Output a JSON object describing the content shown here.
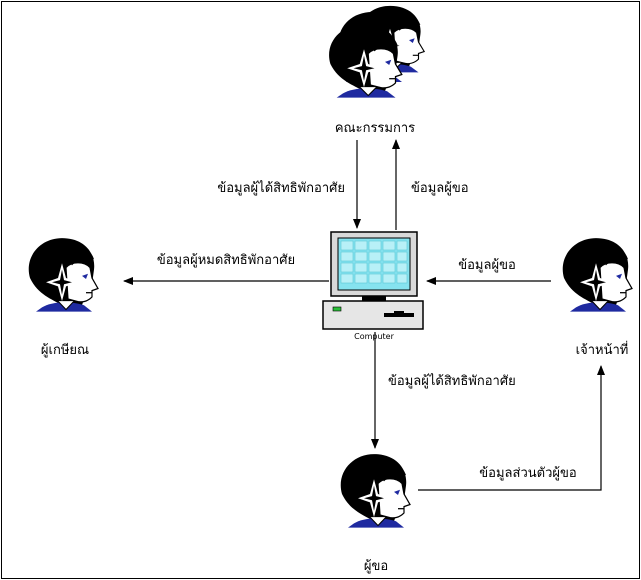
{
  "diagram": {
    "nodes": {
      "committee": {
        "label": "คณะกรรมการ",
        "icon": "person-group-icon"
      },
      "computer": {
        "label": "Computer",
        "icon": "computer-icon"
      },
      "retiree": {
        "label": "ผู้เกษียณ",
        "icon": "person-icon"
      },
      "staff": {
        "label": "เจ้าหน้าที่",
        "icon": "person-icon"
      },
      "applicant": {
        "label": "ผู้ขอ",
        "icon": "person-icon"
      }
    },
    "flows": {
      "computer_to_committee": "ข้อมูลผู้ขอ",
      "committee_to_computer": "ข้อมูลผู้ได้สิทธิพักอาศัย",
      "computer_to_retiree": "ข้อมูลผู้หมดสิทธิพักอาศัย",
      "staff_to_computer": "ข้อมูลผู้ขอ",
      "computer_to_applicant": "ข้อมูลผู้ได้สิทธิพักอาศัย",
      "applicant_to_staff": "ข้อมูลส่วนตัวผู้ขอ"
    }
  },
  "colors": {
    "hair": "#000000",
    "skin": "#ffffff",
    "collar": "#1f2aa0",
    "eye": "#1f2aa0",
    "screen": "#86e3ef",
    "screen_cell": "#b8f0f7",
    "casing": "#d9d9d9",
    "line": "#000000"
  }
}
